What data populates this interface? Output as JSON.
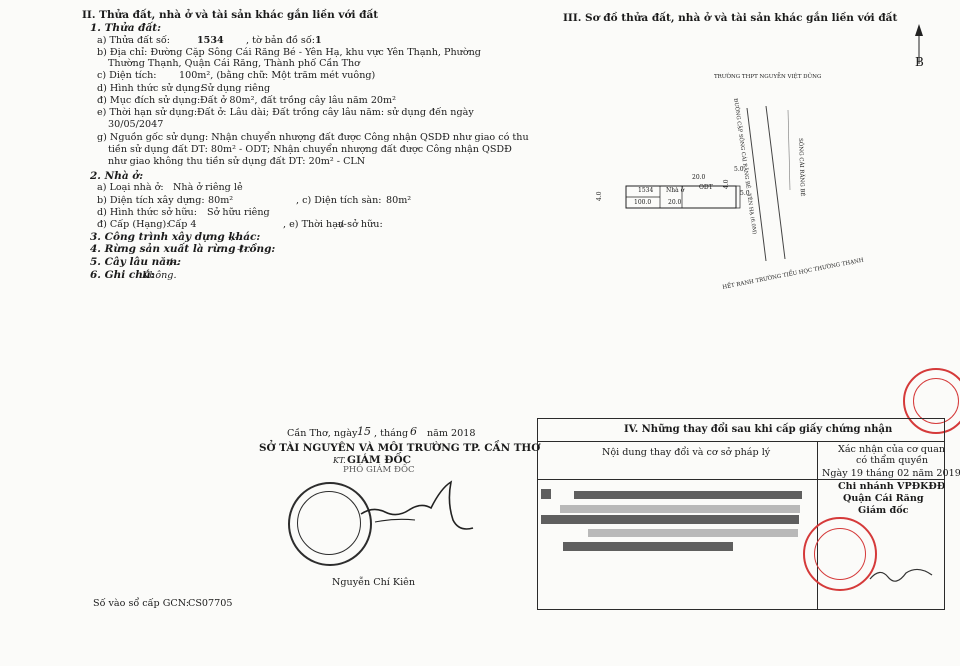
{
  "left": {
    "section_title": "II. Thửa đất, nhà ở và tài sản khác gắn liền với đất",
    "land": {
      "heading": "1. Thửa đất:",
      "a_label": "a) Thửa đất số:",
      "a_value": "1534",
      "a_map_label": ", tờ bản đồ số:",
      "a_map_value": "1",
      "b_line1": "b) Địa chỉ: Đường Cặp Sông Cái Răng Bé - Yên Hạ, khu vực Yên Thạnh, Phường",
      "b_line2": "Thường Thạnh, Quận Cái Răng, Thành phố Cần Thơ",
      "c_label": "c) Diện tích:",
      "c_value": "100m², (bằng chữ: Một trăm mét vuông)",
      "d_label": "d) Hình thức sử dụng:",
      "d_value": "Sử dụng riêng",
      "dd_label": "đ) Mục đích sử dụng:",
      "dd_value": "Đất ở 80m², đất trồng cây lâu năm 20m²",
      "e_label": "e) Thời hạn sử dụng:",
      "e_value": "Đất ở: Lâu dài; Đất trồng cây lâu năm: sử dụng đến ngày",
      "e_value2": "30/05/2047",
      "g_line1": "g) Nguồn gốc sử dụng: Nhận chuyển nhượng đất được Công nhận QSDĐ như giao có thu",
      "g_line2": "tiền sử dụng đất DT: 80m² - ODT; Nhận chuyển nhượng đất được Công nhận QSDĐ",
      "g_line3": "như giao không thu tiền sử dụng đất DT: 20m² - CLN"
    },
    "house": {
      "heading": "2. Nhà ở:",
      "a_label": "a) Loại nhà ở:",
      "a_value": "Nhà ở riêng lẻ",
      "b_label": "b) Diện tích xây dựng:",
      "b_value": "80m²",
      "c_label": ", c) Diện tích sàn:",
      "c_value": "80m²",
      "d_label": "d) Hình thức sở hữu:",
      "d_value": "Sở hữu riêng",
      "dd_label": "đ) Cấp (Hạng):",
      "dd_value": "Cấp 4",
      "e_label": ", e) Thời hạn sở hữu:",
      "e_value": "-/-"
    },
    "item3": "3. Công trình xây dựng khác:",
    "item3_value": "-/-.",
    "item4": "4. Rừng sản xuất là rừng trồng:",
    "item4_value": "-/-.",
    "item5": "5. Cây lâu năm:",
    "item5_value": "-/-.",
    "item6": "6. Ghi chú:",
    "item6_value": "Không.",
    "date_prefix": "Cần Thơ, ngày",
    "date_day": "15",
    "date_month_label": ", tháng",
    "date_month": "6",
    "date_year_label": "năm 2018",
    "authority": "SỞ TÀI NGUYÊN VÀ MÔI TRƯỜNG TP. CẦN THƠ",
    "director_prefix": "KT.",
    "director": "GIÁM ĐỐC",
    "deputy": "PHÓ GIÁM ĐỐC",
    "signer": "Nguyễn Chí Kiên",
    "registry_label": "Số vào sổ cấp GCN:",
    "registry_value": "CS07705"
  },
  "right": {
    "section_title": "III. Sơ đồ thửa đất, nhà ở và tài sản khác gắn liền với đất",
    "north_label": "B",
    "map": {
      "school_top": "TRƯỜNG THPT NGUYỄN VIỆT DŨNG",
      "road": "ĐƯỜNG CẶP SÔNG CÁI RĂNG BÉ - YÊN HẠ (6.0M)",
      "river": "SÔNG CÁI RĂNG BÉ",
      "school_bottom": "HẾT RANH TRƯỜNG TIỂU HỌC THƯỜNG THẠNH",
      "parcel_no": "1534",
      "parcel_area": "100.0",
      "house_label": "Nhà ở",
      "odt": "ODT",
      "dim_top": "20.0",
      "dim_bottom": "20.0",
      "dim_left": "4.0",
      "dim_right": "4.0",
      "dim_5a": "5.0",
      "dim_5b": "5.0"
    },
    "changes": {
      "title": "IV. Những thay đổi sau khi cấp giấy chứng nhận",
      "col_content": "Nội dung thay đổi và cơ sở pháp lý",
      "col_confirm1": "Xác nhận của cơ quan",
      "col_confirm2": "có thẩm quyền",
      "confirm_date": "Ngày 19 tháng 02 năm 2019",
      "confirm_branch": "Chi nhánh VPĐKĐĐ",
      "confirm_district": "Quận Cái Răng",
      "confirm_title": "Giám đốc"
    }
  }
}
